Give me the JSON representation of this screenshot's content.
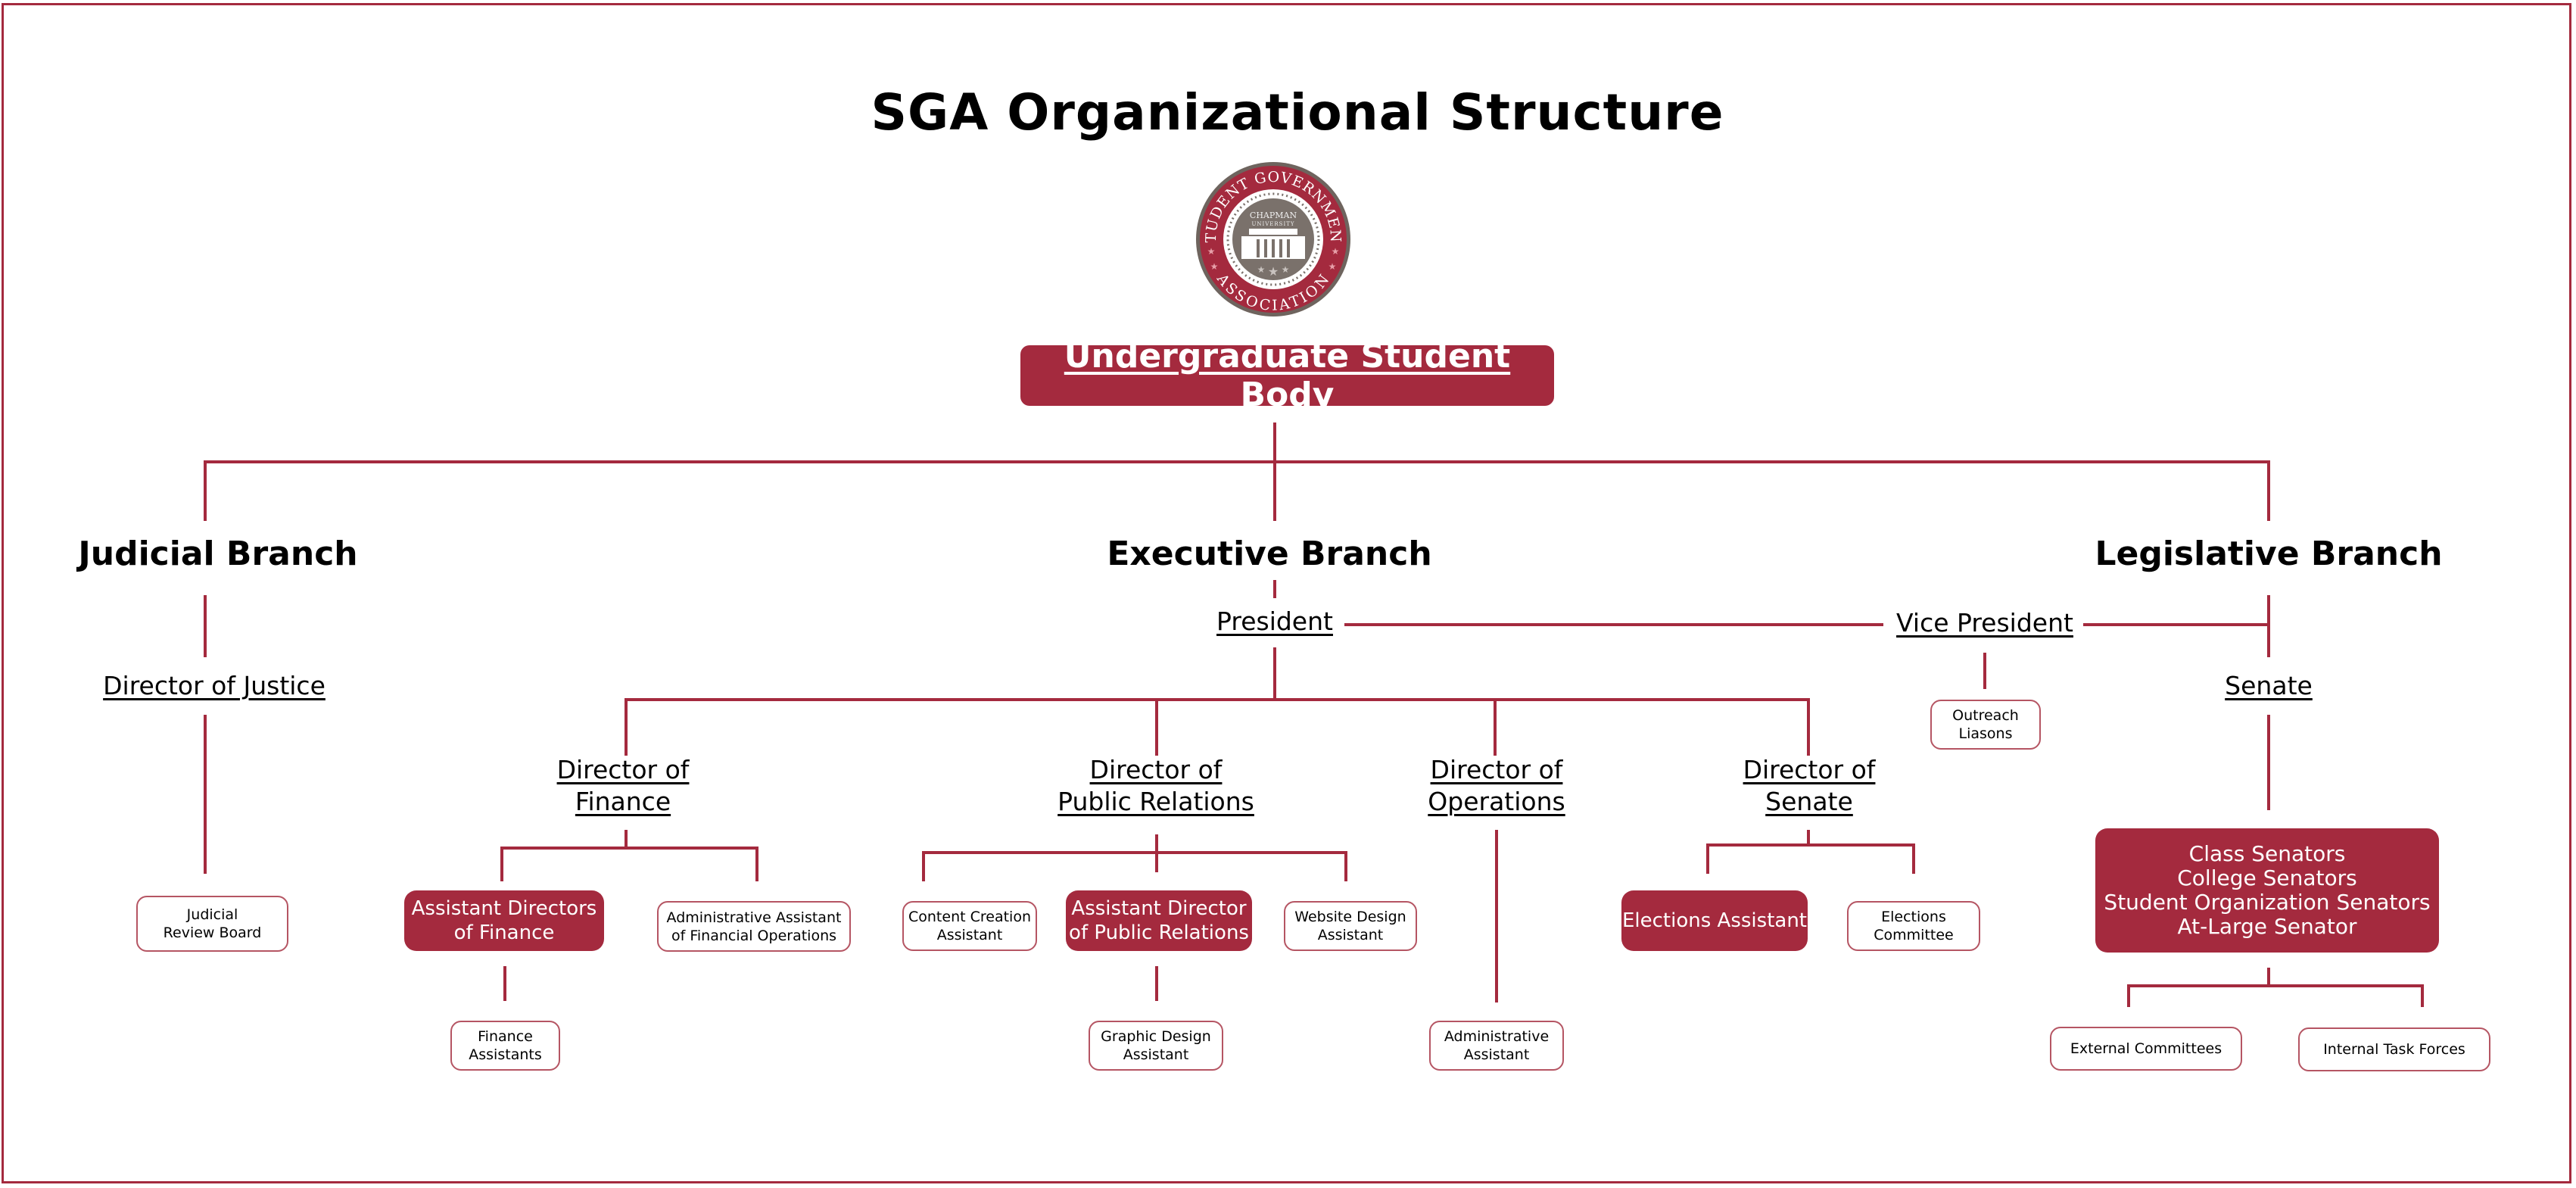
{
  "title": "SGA Organizational Structure",
  "logo": {
    "ring_top_text": "STUDENT GOVERNMENT",
    "ring_bottom_text": "ASSOCIATION",
    "center_line1": "CHAPMAN",
    "center_line2": "UNIVERSITY",
    "colors": {
      "ring": "#a42a3e",
      "center": "#7a716b",
      "outline": "#6e645e"
    }
  },
  "root": {
    "label": "Undergraduate Student Body"
  },
  "colors": {
    "accent": "#a42a3e",
    "box_border": "#b55563",
    "text": "#000000"
  },
  "branches": {
    "judicial": {
      "title": "Judicial Branch",
      "director": "Director of Justice",
      "boxes": [
        {
          "label_lines": [
            "Judicial",
            "Review Board"
          ]
        }
      ]
    },
    "executive": {
      "title": "Executive Branch",
      "president": "President",
      "vice_president": "Vice President",
      "vp_reports": [
        {
          "label_lines": [
            "Outreach",
            "Liasons"
          ]
        }
      ],
      "directors": [
        {
          "label_lines": [
            "Director of",
            "Finance"
          ],
          "filled": {
            "label_lines": [
              "Assistant Directors",
              "of Finance"
            ]
          },
          "side": {
            "label_lines": [
              "Administrative Assistant",
              "of Financial Operations"
            ]
          },
          "below": {
            "label_lines": [
              "Finance",
              "Assistants"
            ]
          }
        },
        {
          "label_lines": [
            "Director of",
            "Public Relations"
          ],
          "left": {
            "label_lines": [
              "Content Creation",
              "Assistant"
            ]
          },
          "filled": {
            "label_lines": [
              "Assistant Director",
              "of Public Relations"
            ]
          },
          "right": {
            "label_lines": [
              "Website Design",
              "Assistant"
            ]
          },
          "below": {
            "label_lines": [
              "Graphic Design",
              "Assistant"
            ]
          }
        },
        {
          "label_lines": [
            "Director of",
            "Operations"
          ],
          "below": {
            "label_lines": [
              "Administrative",
              "Assistant"
            ]
          }
        },
        {
          "label_lines": [
            "Director of",
            "Senate"
          ],
          "filled": {
            "label_lines": [
              "Elections Assistant"
            ]
          },
          "side": {
            "label_lines": [
              "Elections",
              "Committee"
            ]
          }
        }
      ]
    },
    "legislative": {
      "title": "Legislative Branch",
      "senate": "Senate",
      "senators": [
        "Class Senators",
        "College Senators",
        "Student Organization Senators",
        "At-Large Senator"
      ],
      "subgroups": [
        {
          "label": "External Committees"
        },
        {
          "label": "Internal Task Forces"
        }
      ]
    }
  }
}
